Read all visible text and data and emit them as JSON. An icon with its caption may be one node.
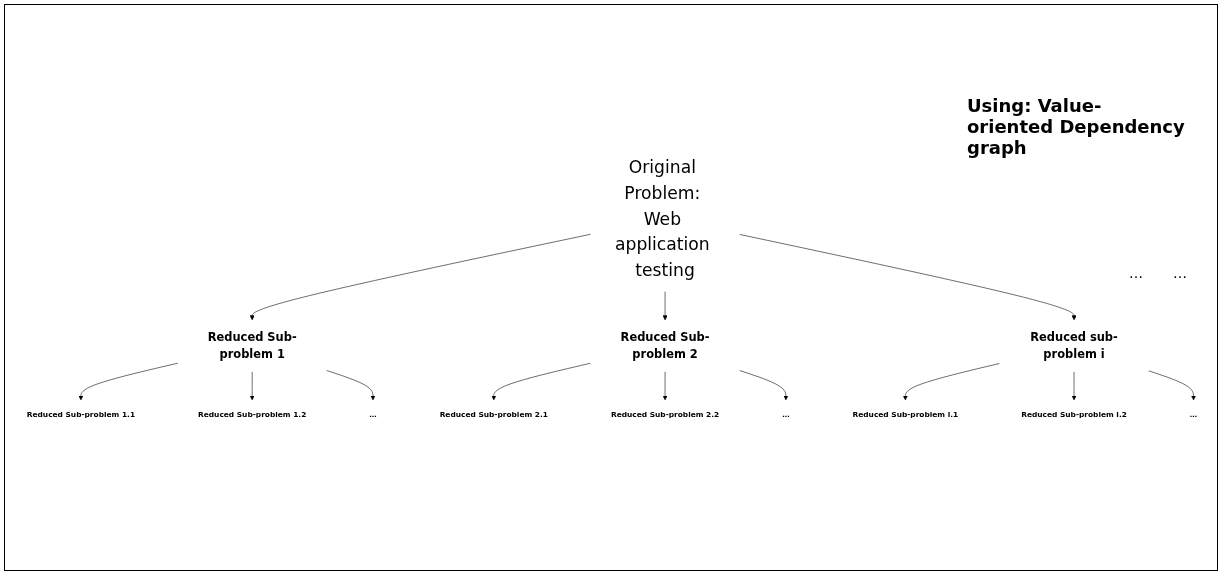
{
  "diagram": {
    "nodes": [
      {
        "text": [
          "Original Problem: Web application testing"
        ]
      },
      {
        "text": [
          "Reduced Sub-problem 1"
        ]
      },
      {
        "text": [
          "Reduced Sub-problem 2"
        ]
      },
      {
        "text": [
          "Reduced sub-problem i"
        ]
      },
      {
        "text": [
          "Reduced Sub-problem 1.1"
        ]
      },
      {
        "text": [
          "Reduced Sub-problem 1.2"
        ]
      },
      {
        "text": [
          "…"
        ]
      },
      {
        "text": [
          "Reduced Sub-problem 2.1"
        ]
      },
      {
        "text": [
          "Reduced Sub-problem 2.2"
        ]
      },
      {
        "text": [
          "…"
        ]
      },
      {
        "text": [
          "Reduced Sub-problem i.1"
        ]
      },
      {
        "text": [
          "Reduced Sub-problem i.2"
        ]
      },
      {
        "text": [
          "…"
        ]
      }
    ],
    "edges": [
      {
        "from": 0,
        "to": 1,
        "arrow": "to"
      },
      {
        "from": 0,
        "to": 2,
        "arrow": "to"
      },
      {
        "from": 0,
        "to": 3,
        "arrow": "to"
      },
      {
        "from": 1,
        "to": 4,
        "arrow": "to"
      },
      {
        "from": 1,
        "to": 5,
        "arrow": "to"
      },
      {
        "from": 1,
        "to": 6,
        "arrow": "to"
      },
      {
        "from": 2,
        "to": 7,
        "arrow": "to"
      },
      {
        "from": 2,
        "to": 8,
        "arrow": "to"
      },
      {
        "from": 2,
        "to": 9,
        "arrow": "to"
      },
      {
        "from": 3,
        "to": 10,
        "arrow": "to"
      },
      {
        "from": 3,
        "to": 11,
        "arrow": "to"
      },
      {
        "from": 3,
        "to": 12,
        "arrow": "to"
      }
    ],
    "labels": [
      "Using: Value-oriented Dependency graph",
      "…",
      "…"
    ]
  }
}
